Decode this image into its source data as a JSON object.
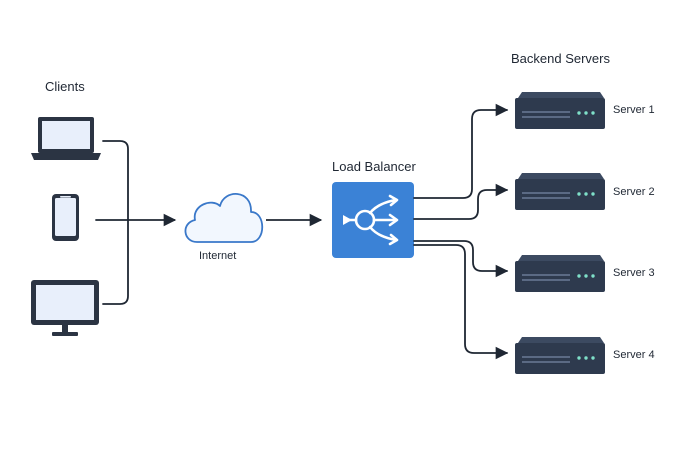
{
  "clients": {
    "title": "Clients",
    "devices": [
      {
        "icon": "laptop-icon"
      },
      {
        "icon": "smartphone-icon"
      },
      {
        "icon": "desktop-monitor-icon"
      }
    ]
  },
  "internet": {
    "label": "Internet",
    "icon": "cloud-icon"
  },
  "load_balancer": {
    "title": "Load Balancer",
    "icon": "load-balancer-icon"
  },
  "backend": {
    "title": "Backend Servers",
    "servers": [
      {
        "label": "Server 1"
      },
      {
        "label": "Server 2"
      },
      {
        "label": "Server 3"
      },
      {
        "label": "Server 4"
      }
    ]
  },
  "colors": {
    "stroke": "#1f2733",
    "device_body": "#2b3443",
    "screen": "#e8effb",
    "cloud_fill": "#f2f7fe",
    "cloud_stroke": "#3a78c9",
    "balancer_fill": "#3b82d6",
    "server_body": "#2e3a4e",
    "led": "#7fe0c9"
  }
}
